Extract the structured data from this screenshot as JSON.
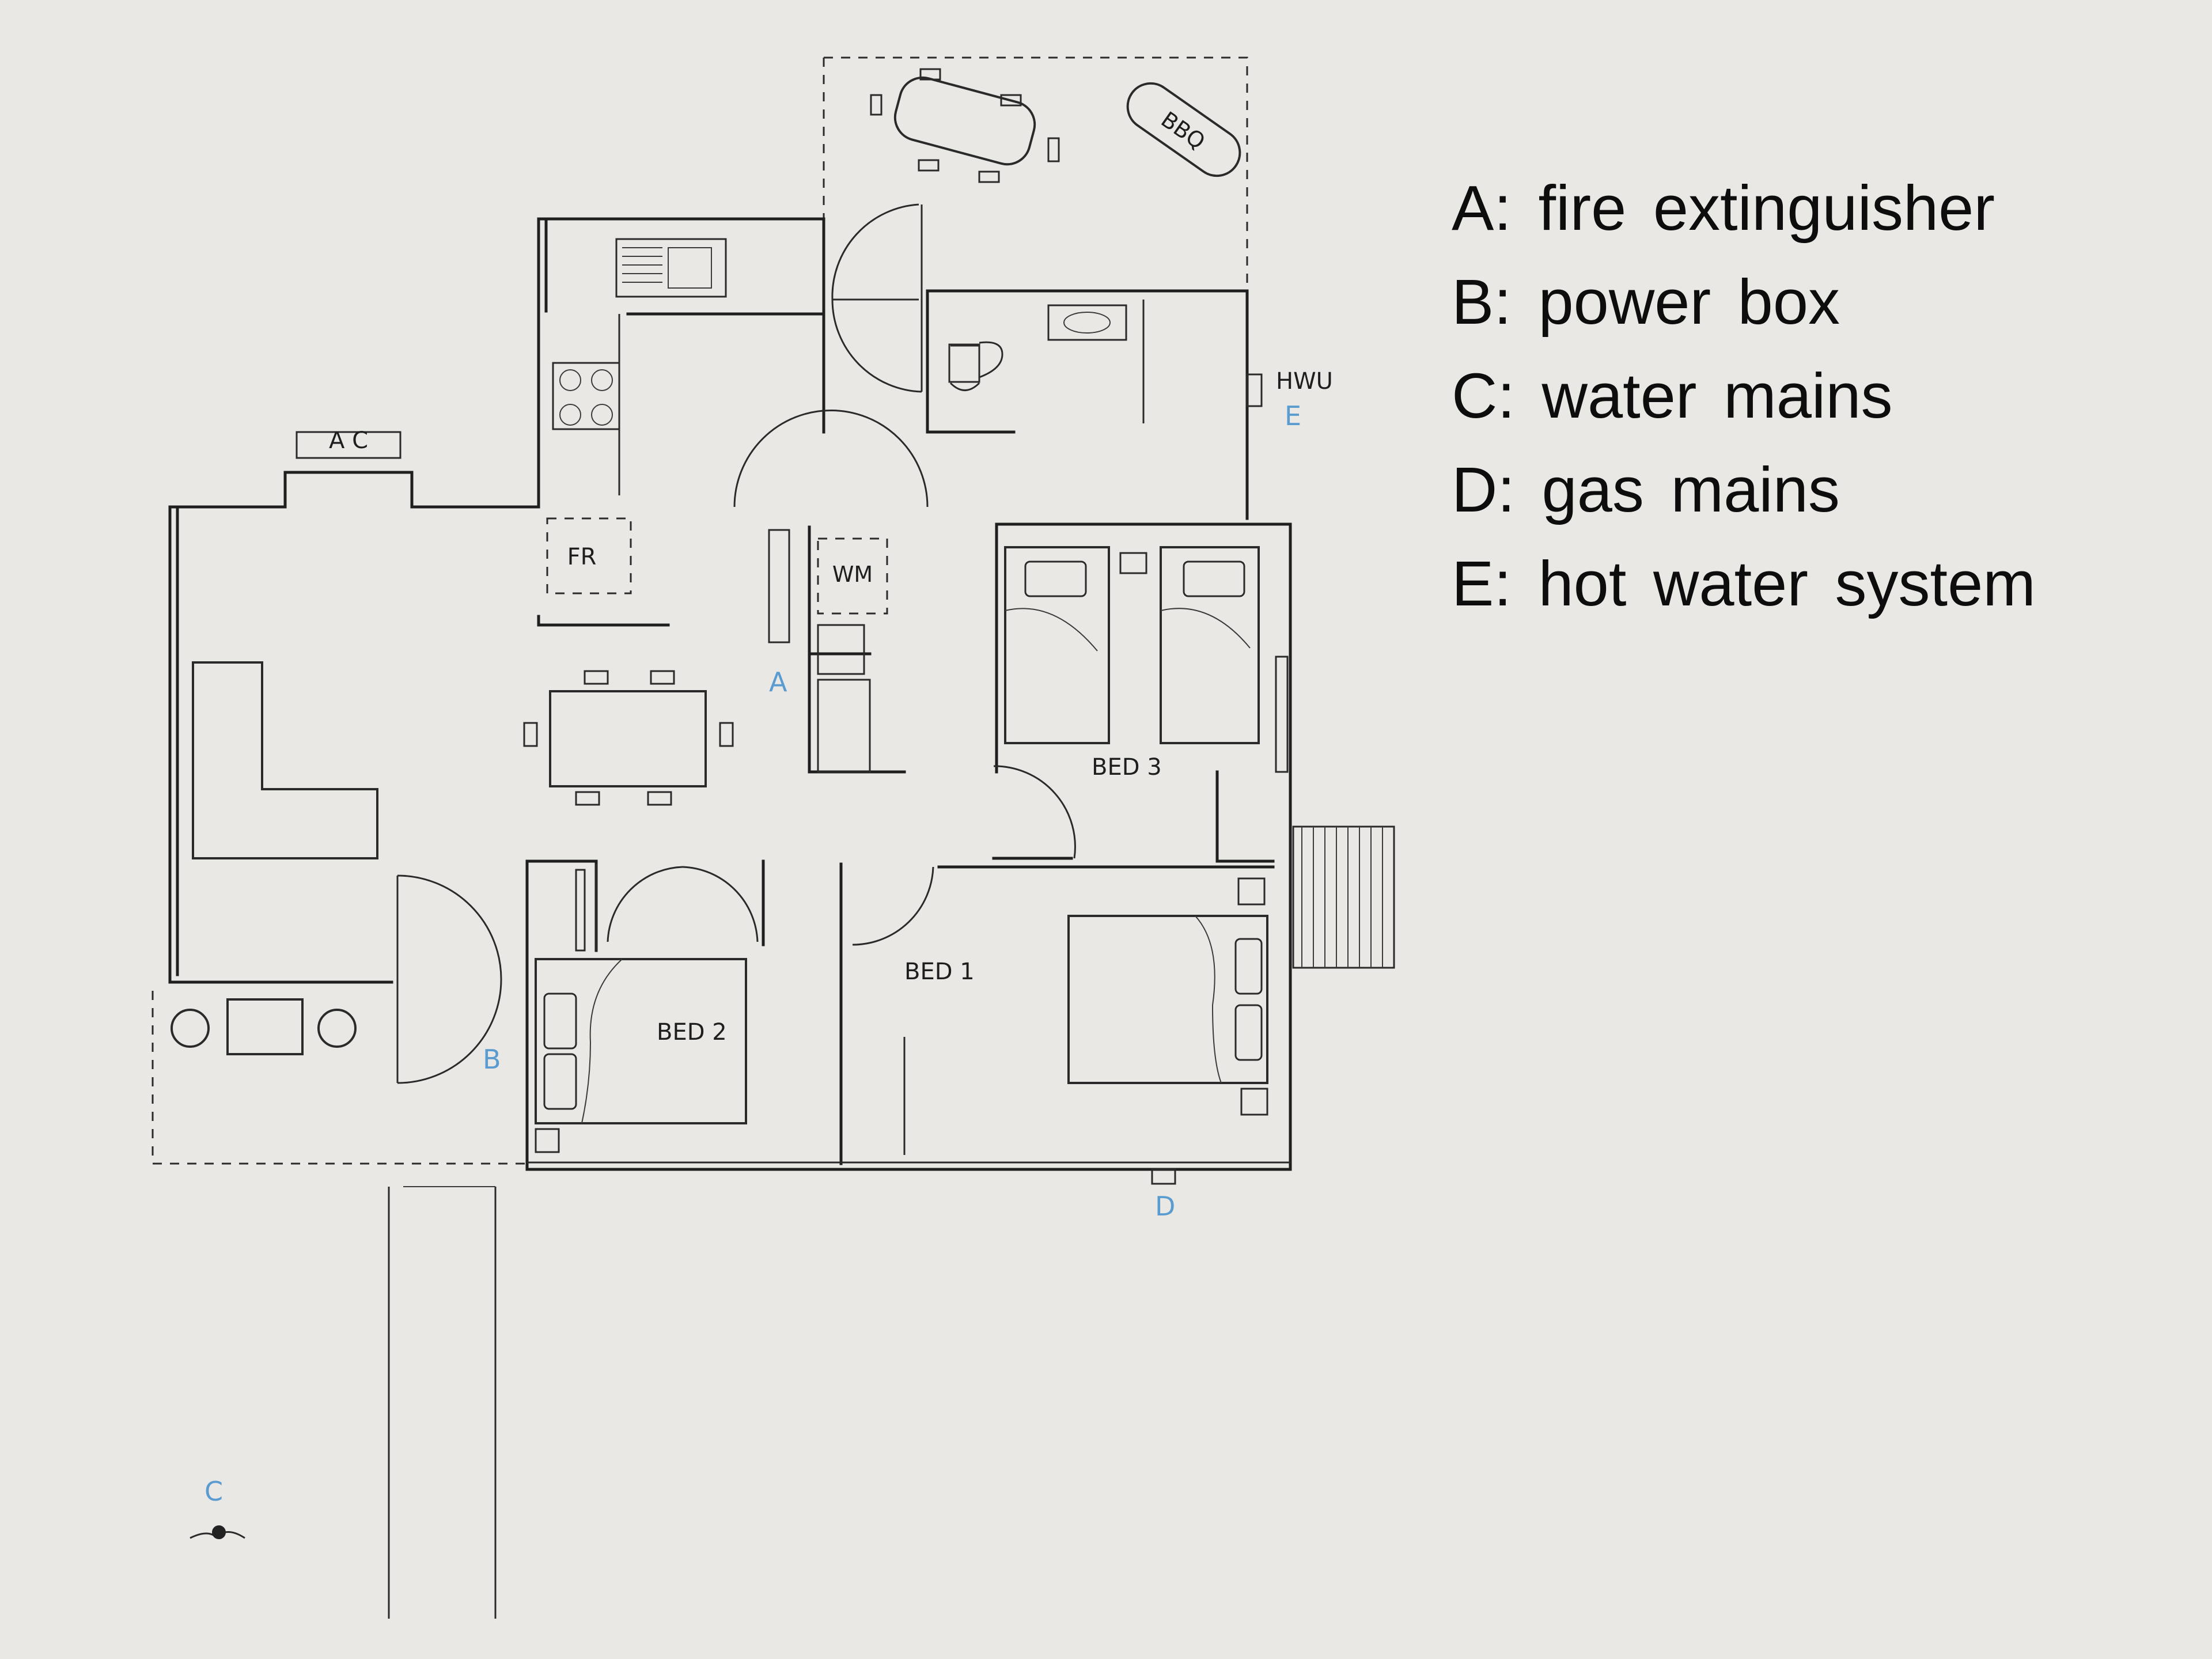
{
  "legend": [
    {
      "key": "A",
      "text": "A: fire extinguisher"
    },
    {
      "key": "B",
      "text": "B: power box"
    },
    {
      "key": "C",
      "text": "C: water mains"
    },
    {
      "key": "D",
      "text": "D: gas mains"
    },
    {
      "key": "E",
      "text": "E: hot water system"
    }
  ],
  "plan": {
    "room_labels": {
      "bed1": "BED 1",
      "bed2": "BED 2",
      "bed3": "BED 3",
      "fridge": "FR",
      "washing_machine": "WM",
      "air_conditioner": "A C",
      "bbq": "BBQ",
      "hot_water_unit": "HWU"
    },
    "markers": {
      "a": "A",
      "b": "B",
      "c": "C",
      "d": "D",
      "e": "E"
    }
  },
  "colors": {
    "paper": "#e9e8e5",
    "ink": "#1f1f1f",
    "marker_blue": "#5a9bd0"
  }
}
